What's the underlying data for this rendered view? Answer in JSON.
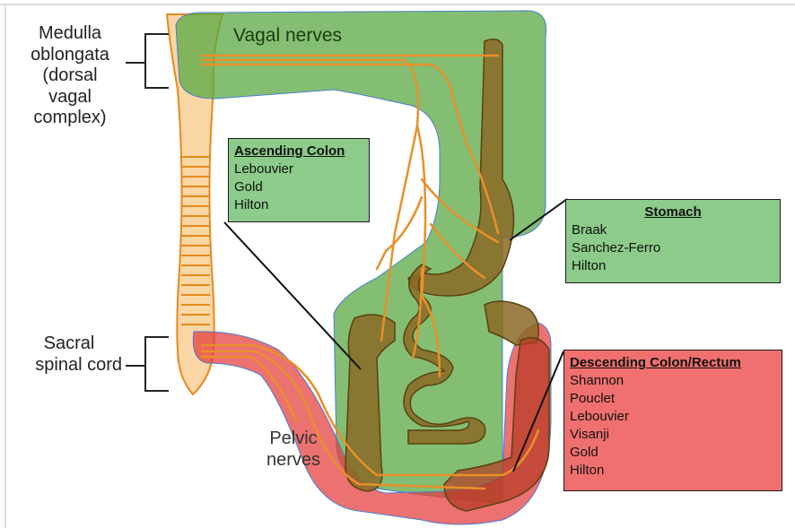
{
  "labels": {
    "medulla": [
      "Medulla",
      "oblongata",
      "(dorsal",
      "vagal",
      "complex)"
    ],
    "sacral": [
      "Sacral",
      "spinal cord"
    ],
    "vagal_nerves": "Vagal nerves",
    "pelvic_nerves": [
      "Pelvic",
      "nerves"
    ]
  },
  "boxes": {
    "ascending_colon": {
      "title": "Ascending Colon",
      "items": [
        "Lebouvier",
        "Gold",
        "Hilton"
      ]
    },
    "stomach": {
      "title": "Stomach",
      "items": [
        "Braak",
        "Sanchez-Ferro",
        "Hilton"
      ]
    },
    "descending_colon": {
      "title": "Descending Colon/Rectum",
      "items": [
        "Shannon",
        "Pouclet",
        "Lebouvier",
        "Visanji",
        "Gold",
        "Hilton"
      ]
    }
  },
  "colors": {
    "vagal_region": "#4f9a3e",
    "pelvic_region": "#e0403f",
    "nerve": "#e8902a",
    "gut": "#8b6a25",
    "spinal_cord": "#f7c98a"
  }
}
